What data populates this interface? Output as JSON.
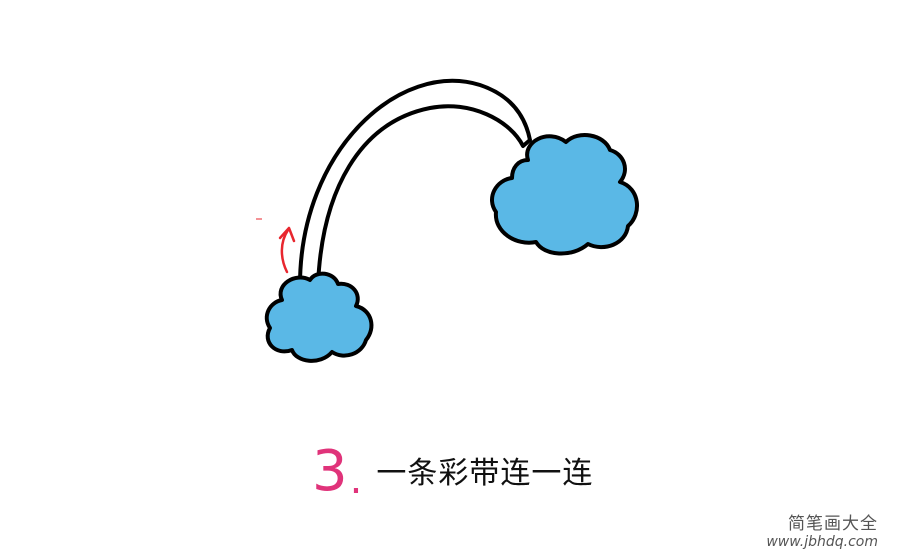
{
  "caption": {
    "step_number": "3",
    "step_dot": ".",
    "step_text": "一条彩带连一连"
  },
  "watermark": {
    "title": "简笔画大全",
    "url": "www.jbhdq.com"
  },
  "colors": {
    "cloud_fill": "#5ab8e6",
    "outline": "#000000",
    "arrow": "#e8262e",
    "step_number": "#e0337a"
  }
}
